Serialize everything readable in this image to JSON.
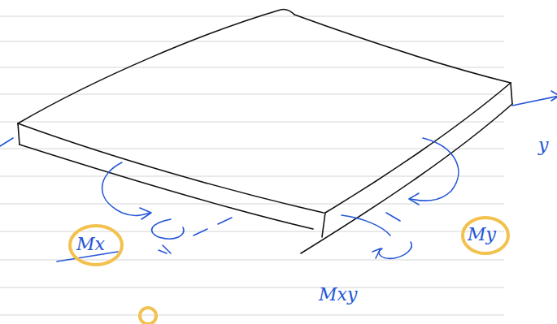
{
  "diagram": {
    "labels": [
      "Mx",
      "Mxy",
      "My",
      "y"
    ]
  }
}
